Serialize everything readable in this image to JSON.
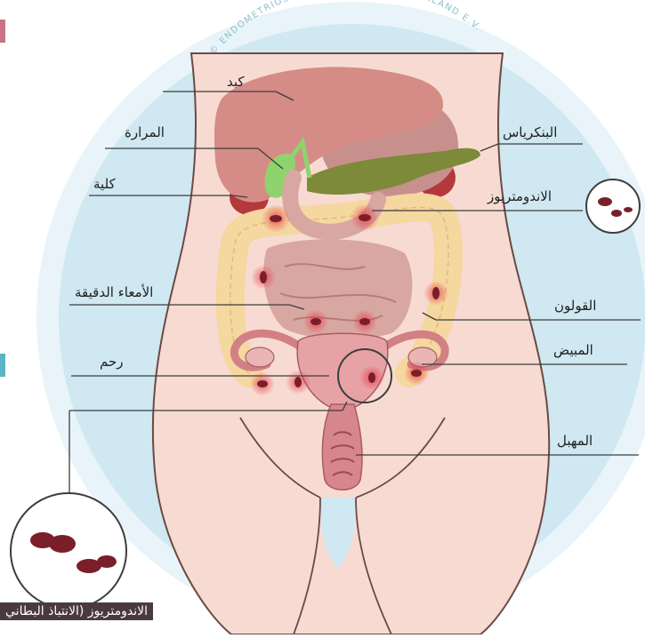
{
  "copyright": "© ENDOMETRIOSE-VEREINIGUNG DEUTSCHLAND E.V.",
  "labels": {
    "liver": "كبد",
    "gallbladder": "المرارة",
    "kidney": "كلية",
    "pancreas": "البنكرياس",
    "endometriosis": "الاندومتريوز",
    "small_intestine": "الأمعاء الدقيقة",
    "colon": "القولون",
    "ovary": "المبيض",
    "uterus": "رحم",
    "vagina": "المهبل"
  },
  "caption": "الاندومتريوز (الانتباذ البطاني",
  "colors": {
    "outer_circle": "#e8f4f9",
    "inner_circle": "#cfe8f1",
    "skin": "#f6d6cd",
    "liver": "#d58c86",
    "stomach": "#c98f8d",
    "gallbladder": "#8fd36f",
    "pancreas": "#7c8a3a",
    "kidney": "#b4393a",
    "colon": "#f7d99c",
    "small_intestine": "#d9a7a2",
    "uterus": "#e6a2a5",
    "lesion": "#7a1f2a",
    "caption_bg": "#4a3a3f"
  }
}
